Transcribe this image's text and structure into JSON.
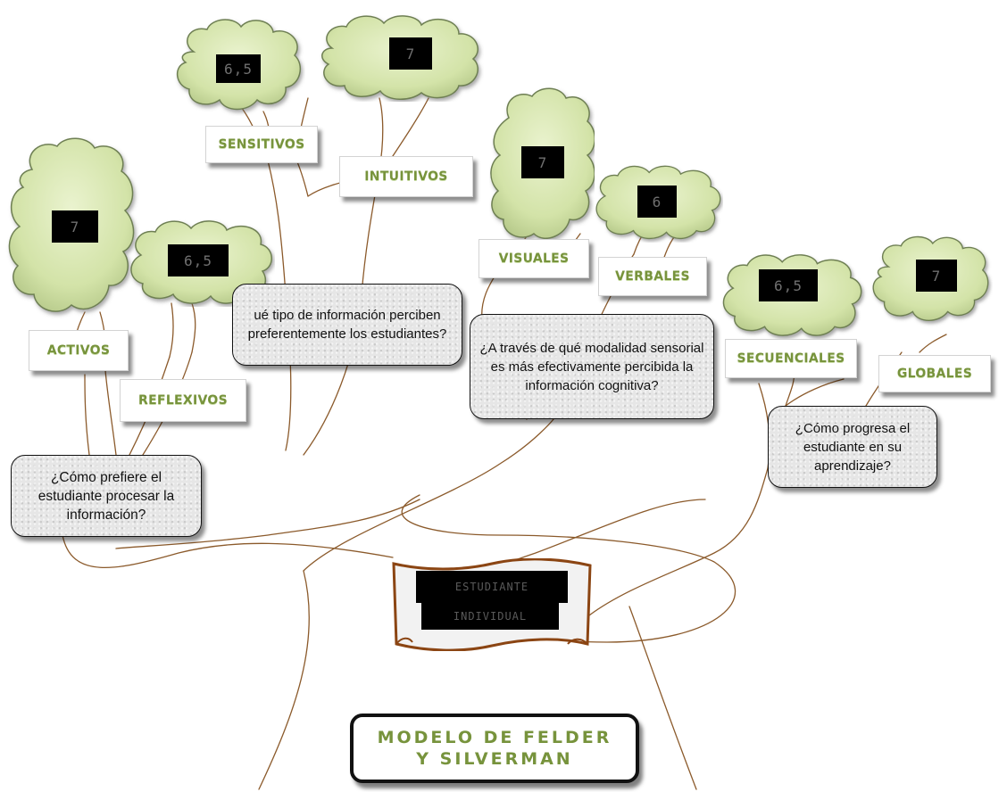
{
  "title": {
    "line1": "MODELO DE FELDER",
    "line2": "Y SILVERMAN"
  },
  "center": {
    "line1": "ESTUDIANTE",
    "line2": "INDIVIDUAL"
  },
  "labels": {
    "sensitivos": "SENSITIVOS",
    "intuitivos": "INTUITIVOS",
    "activos": "ACTIVOS",
    "reflexivos": "REFLEXIVOS",
    "visuales": "VISUALES",
    "verbales": "VERBALES",
    "secuenciales": "SECUENCIALES",
    "globales": "GLOBALES"
  },
  "scores": {
    "sensitivos": "6,5",
    "intuitivos": "7",
    "activos": "7",
    "reflexivos": "6,5",
    "visuales": "7",
    "verbales": "6",
    "secuenciales": "6,5",
    "globales": "7"
  },
  "questions": {
    "procesar": "¿Cómo prefiere el estudiante procesar la información?",
    "percibir": "ué tipo de información perciben preferentemente los estudiantes?",
    "modalidad": "¿A través de qué modalidad sensorial es más efectivamente percibida la información cognitiva?",
    "progresa": "¿Cómo progresa el estudiante en su aprendizaje?"
  },
  "colors": {
    "cloud_fill": "#d7e6b0",
    "cloud_stroke": "#6e7f53",
    "label_text": "#77933c",
    "branch": "#8b5a2b",
    "scroll_border": "#8b4513"
  }
}
